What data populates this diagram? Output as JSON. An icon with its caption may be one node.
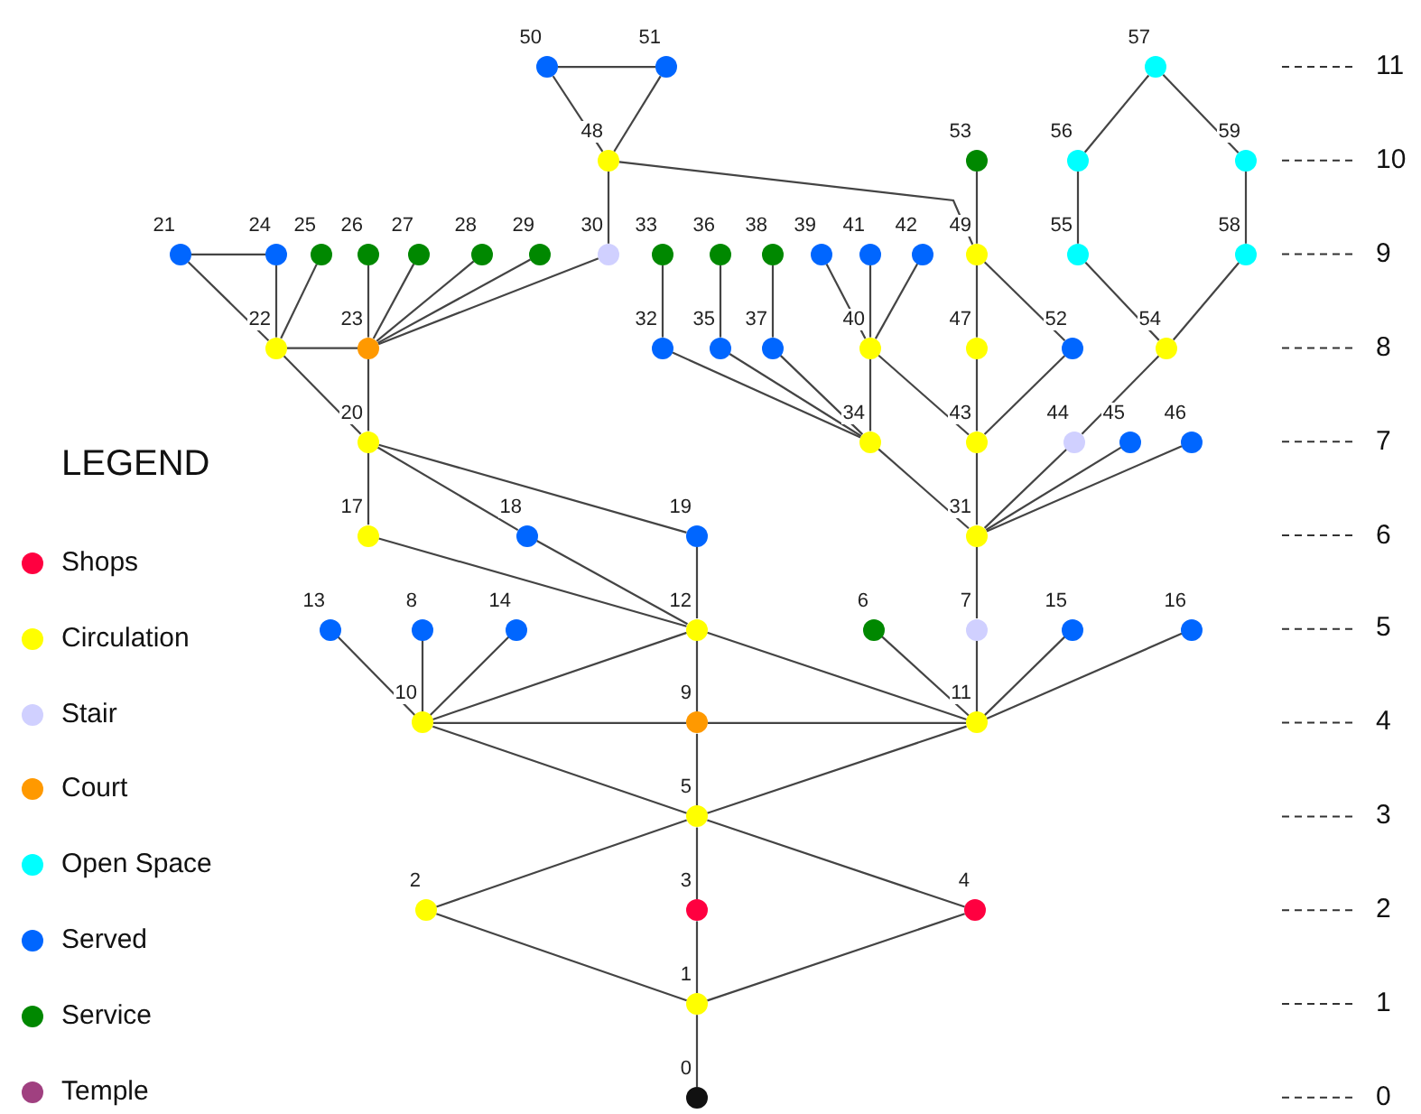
{
  "diagram": {
    "nodes": [
      {
        "text": [
          "0"
        ]
      },
      {
        "text": [
          "1"
        ]
      },
      {
        "text": [
          "2"
        ]
      },
      {
        "text": [
          "3"
        ]
      },
      {
        "text": [
          "4"
        ]
      },
      {
        "text": [
          "5"
        ]
      },
      {
        "text": [
          "6"
        ]
      },
      {
        "text": [
          "7"
        ]
      },
      {
        "text": [
          "8"
        ]
      },
      {
        "text": [
          "9"
        ]
      },
      {
        "text": [
          "10"
        ]
      },
      {
        "text": [
          "11"
        ]
      },
      {
        "text": [
          "12"
        ]
      },
      {
        "text": [
          "13"
        ]
      },
      {
        "text": [
          "14"
        ]
      },
      {
        "text": [
          "15"
        ]
      },
      {
        "text": [
          "16"
        ]
      },
      {
        "text": [
          "17"
        ]
      },
      {
        "text": [
          "18"
        ]
      },
      {
        "text": [
          "19"
        ]
      },
      {
        "text": [
          "20"
        ]
      },
      {
        "text": [
          "21"
        ]
      },
      {
        "text": [
          "22"
        ]
      },
      {
        "text": [
          "23"
        ]
      },
      {
        "text": [
          "24"
        ]
      },
      {
        "text": [
          "25"
        ]
      },
      {
        "text": [
          "26"
        ]
      },
      {
        "text": [
          "27"
        ]
      },
      {
        "text": [
          "28"
        ]
      },
      {
        "text": [
          "29"
        ]
      },
      {
        "text": [
          "30"
        ]
      },
      {
        "text": [
          "31"
        ]
      },
      {
        "text": [
          "32"
        ]
      },
      {
        "text": [
          "33"
        ]
      },
      {
        "text": [
          "34"
        ]
      },
      {
        "text": [
          "35"
        ]
      },
      {
        "text": [
          "36"
        ]
      },
      {
        "text": [
          "37"
        ]
      },
      {
        "text": [
          "38"
        ]
      },
      {
        "text": [
          "39"
        ]
      },
      {
        "text": [
          "40"
        ]
      },
      {
        "text": [
          "41"
        ]
      },
      {
        "text": [
          "42"
        ]
      },
      {
        "text": [
          "43"
        ]
      },
      {
        "text": [
          "44"
        ]
      },
      {
        "text": [
          "45"
        ]
      },
      {
        "text": [
          "46"
        ]
      },
      {
        "text": [
          "47"
        ]
      },
      {
        "text": [
          "48"
        ]
      },
      {
        "text": [
          "49"
        ]
      },
      {
        "text": [
          "50"
        ]
      },
      {
        "text": [
          "51"
        ]
      },
      {
        "text": [
          "52"
        ]
      },
      {
        "text": [
          "53"
        ]
      },
      {
        "text": [
          "54"
        ]
      },
      {
        "text": [
          "55"
        ]
      },
      {
        "text": [
          "56"
        ]
      },
      {
        "text": [
          "57"
        ]
      },
      {
        "text": [
          "58"
        ]
      },
      {
        "text": [
          "59"
        ]
      }
    ],
    "edges": [
      {
        "from": 0,
        "to": 1,
        "arrow": "none"
      },
      {
        "from": 1,
        "to": 2,
        "arrow": "none"
      },
      {
        "from": 1,
        "to": 3,
        "arrow": "none"
      },
      {
        "from": 1,
        "to": 4,
        "arrow": "none"
      },
      {
        "from": 2,
        "to": 5,
        "arrow": "none"
      },
      {
        "from": 3,
        "to": 5,
        "arrow": "none"
      },
      {
        "from": 4,
        "to": 5,
        "arrow": "none"
      },
      {
        "from": 5,
        "to": 10,
        "arrow": "none"
      },
      {
        "from": 5,
        "to": 9,
        "arrow": "none"
      },
      {
        "from": 5,
        "to": 11,
        "arrow": "none"
      },
      {
        "from": 10,
        "to": 9,
        "arrow": "none"
      },
      {
        "from": 9,
        "to": 11,
        "arrow": "none"
      },
      {
        "from": 9,
        "to": 12,
        "arrow": "none"
      },
      {
        "from": 10,
        "to": 12,
        "arrow": "none"
      },
      {
        "from": 11,
        "to": 12,
        "arrow": "none"
      },
      {
        "from": 10,
        "to": 13,
        "arrow": "none"
      },
      {
        "from": 10,
        "to": 8,
        "arrow": "none"
      },
      {
        "from": 10,
        "to": 14,
        "arrow": "none"
      },
      {
        "from": 11,
        "to": 6,
        "arrow": "none"
      },
      {
        "from": 11,
        "to": 7,
        "arrow": "none"
      },
      {
        "from": 11,
        "to": 15,
        "arrow": "none"
      },
      {
        "from": 11,
        "to": 16,
        "arrow": "none"
      },
      {
        "from": 12,
        "to": 17,
        "arrow": "none"
      },
      {
        "from": 12,
        "to": 18,
        "arrow": "none"
      },
      {
        "from": 12,
        "to": 19,
        "arrow": "none"
      },
      {
        "from": 17,
        "to": 20,
        "arrow": "none"
      },
      {
        "from": 18,
        "to": 20,
        "arrow": "none"
      },
      {
        "from": 19,
        "to": 20,
        "arrow": "none"
      },
      {
        "from": 20,
        "to": 22,
        "arrow": "none"
      },
      {
        "from": 20,
        "to": 23,
        "arrow": "none"
      },
      {
        "from": 22,
        "to": 23,
        "arrow": "none"
      },
      {
        "from": 22,
        "to": 21,
        "arrow": "none"
      },
      {
        "from": 22,
        "to": 24,
        "arrow": "none"
      },
      {
        "from": 22,
        "to": 25,
        "arrow": "none"
      },
      {
        "from": 21,
        "to": 24,
        "arrow": "none"
      },
      {
        "from": 23,
        "to": 26,
        "arrow": "none"
      },
      {
        "from": 23,
        "to": 27,
        "arrow": "none"
      },
      {
        "from": 23,
        "to": 28,
        "arrow": "none"
      },
      {
        "from": 23,
        "to": 29,
        "arrow": "none"
      },
      {
        "from": 23,
        "to": 30,
        "arrow": "none"
      },
      {
        "from": 30,
        "to": 48,
        "arrow": "none"
      },
      {
        "from": 48,
        "to": 50,
        "arrow": "none"
      },
      {
        "from": 48,
        "to": 51,
        "arrow": "none"
      },
      {
        "from": 50,
        "to": 51,
        "arrow": "none"
      },
      {
        "from": 48,
        "to": 49,
        "arrow": "none"
      },
      {
        "from": 7,
        "to": 31,
        "arrow": "none"
      },
      {
        "from": 31,
        "to": 34,
        "arrow": "none"
      },
      {
        "from": 31,
        "to": 43,
        "arrow": "none"
      },
      {
        "from": 31,
        "to": 44,
        "arrow": "none"
      },
      {
        "from": 31,
        "to": 45,
        "arrow": "none"
      },
      {
        "from": 31,
        "to": 46,
        "arrow": "none"
      },
      {
        "from": 34,
        "to": 32,
        "arrow": "none"
      },
      {
        "from": 34,
        "to": 35,
        "arrow": "none"
      },
      {
        "from": 34,
        "to": 37,
        "arrow": "none"
      },
      {
        "from": 34,
        "to": 40,
        "arrow": "none"
      },
      {
        "from": 32,
        "to": 33,
        "arrow": "none"
      },
      {
        "from": 35,
        "to": 36,
        "arrow": "none"
      },
      {
        "from": 37,
        "to": 38,
        "arrow": "none"
      },
      {
        "from": 40,
        "to": 39,
        "arrow": "none"
      },
      {
        "from": 40,
        "to": 41,
        "arrow": "none"
      },
      {
        "from": 40,
        "to": 42,
        "arrow": "none"
      },
      {
        "from": 40,
        "to": 43,
        "arrow": "none"
      },
      {
        "from": 43,
        "to": 47,
        "arrow": "none"
      },
      {
        "from": 43,
        "to": 52,
        "arrow": "none"
      },
      {
        "from": 47,
        "to": 49,
        "arrow": "none"
      },
      {
        "from": 49,
        "to": 52,
        "arrow": "none"
      },
      {
        "from": 49,
        "to": 53,
        "arrow": "none"
      },
      {
        "from": 44,
        "to": 54,
        "arrow": "none"
      },
      {
        "from": 54,
        "to": 55,
        "arrow": "none"
      },
      {
        "from": 54,
        "to": 58,
        "arrow": "none"
      },
      {
        "from": 55,
        "to": 56,
        "arrow": "none"
      },
      {
        "from": 58,
        "to": 59,
        "arrow": "none"
      },
      {
        "from": 56,
        "to": 57,
        "arrow": "none"
      },
      {
        "from": 59,
        "to": 57,
        "arrow": "none"
      }
    ],
    "labels": [
      "LEGEND",
      "11",
      "10",
      "9",
      "8",
      "7",
      "6",
      "5",
      "4",
      "3",
      "2",
      "1",
      "0"
    ],
    "legend": [
      {
        "text": "Shops",
        "color": "#ff0040"
      },
      {
        "text": "Circulation",
        "color": "#ffff00"
      },
      {
        "text": "Stair",
        "color": "#d0d0ff"
      },
      {
        "text": "Court",
        "color": "#ff9900"
      },
      {
        "text": "Open Space",
        "color": "#00ffff"
      },
      {
        "text": "Served",
        "color": "#0066ff"
      },
      {
        "text": "Service",
        "color": "#008800"
      },
      {
        "text": "Temple",
        "color": "#a04080"
      }
    ]
  }
}
